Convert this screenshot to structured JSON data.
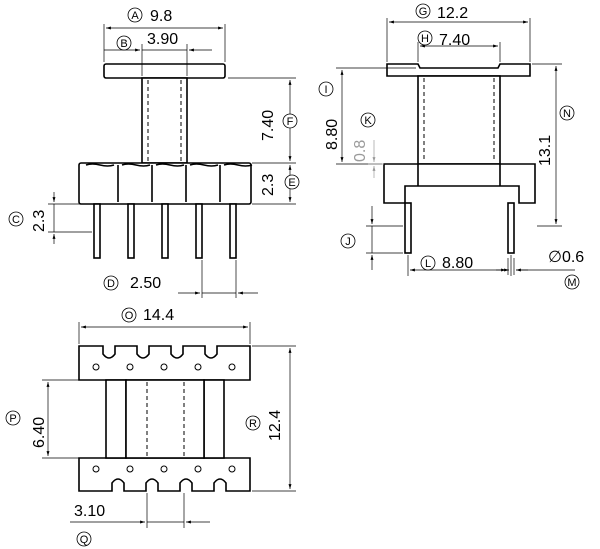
{
  "dimensions": {
    "A": {
      "tag": "A",
      "value": "9.8"
    },
    "B": {
      "tag": "B",
      "value": "3.90"
    },
    "C": {
      "tag": "C",
      "value": "2.3"
    },
    "D": {
      "tag": "D",
      "value": "2.50"
    },
    "E": {
      "tag": "E",
      "value": "2.3"
    },
    "F": {
      "tag": "F",
      "value": "7.40"
    },
    "G": {
      "tag": "G",
      "value": "12.2"
    },
    "H": {
      "tag": "H",
      "value": "7.40"
    },
    "I": {
      "tag": "I",
      "value": "8.80"
    },
    "J": {
      "tag": "J",
      "value": ""
    },
    "K": {
      "tag": "K",
      "value": "0.8"
    },
    "L": {
      "tag": "L",
      "value": "8.80"
    },
    "M": {
      "tag": "M",
      "value": "∅0.6"
    },
    "N": {
      "tag": "N",
      "value": "13.1"
    },
    "O": {
      "tag": "O",
      "value": "14.4"
    },
    "P": {
      "tag": "P",
      "value": "6.40"
    },
    "Q": {
      "tag": "Q",
      "value": "3.10"
    },
    "R": {
      "tag": "R",
      "value": "12.4"
    }
  }
}
